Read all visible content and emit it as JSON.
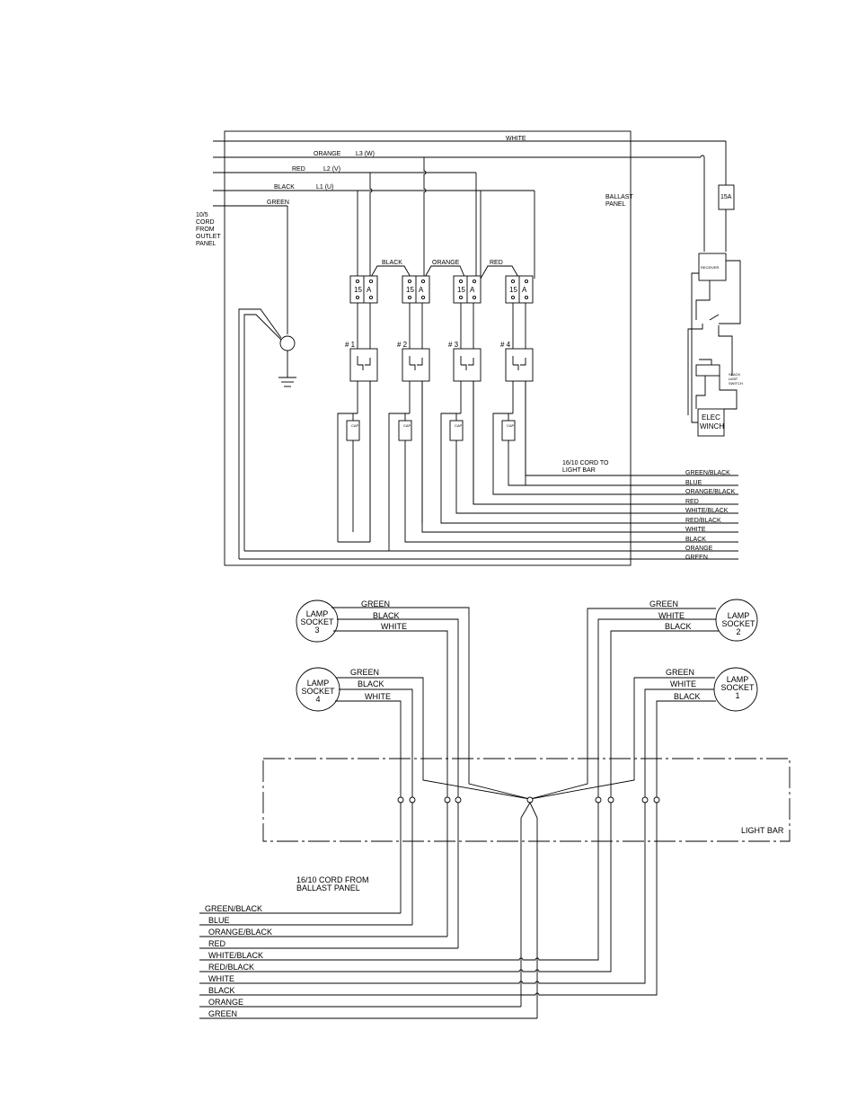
{
  "ballast": {
    "panel_label": [
      "BALLAST",
      "PANEL"
    ],
    "input_cord_label": [
      "10/5",
      "CORD",
      "FROM",
      "OUTLET",
      "PANEL"
    ],
    "phases": [
      {
        "color": "WHITE"
      },
      {
        "color": "ORANGE",
        "line": "L3 (W)"
      },
      {
        "color": "RED",
        "line": "L2 (V)"
      },
      {
        "color": "BLACK",
        "line": "L1 (U)"
      },
      {
        "color": "GREEN"
      }
    ],
    "jumpers": [
      "BLACK",
      "ORANGE",
      "RED"
    ],
    "breakers": [
      {
        "num": "15",
        "unit": "A"
      },
      {
        "num": "15",
        "unit": "A"
      },
      {
        "num": "15",
        "unit": "A"
      },
      {
        "num": "15",
        "unit": "A"
      }
    ],
    "ballast_ids": [
      "# 1",
      "# 2",
      "# 3",
      "# 4"
    ],
    "cap_label": "CAP",
    "fuse_label": "15A",
    "receiver_label": "RECEIVER",
    "winch_label": [
      "ELEC",
      "WINCH"
    ],
    "slack_switch_label": [
      "SLACK",
      "LIMIT",
      "SWITCH"
    ],
    "output_cord_label": [
      "16/10 CORD TO",
      "LIGHT BAR"
    ],
    "output_wires": [
      "GREEN/BLACK",
      "BLUE",
      "ORANGE/BLACK",
      "RED",
      "WHITE/BLACK",
      "RED/BLACK",
      "WHITE",
      "BLACK",
      "ORANGE",
      "GREEN"
    ]
  },
  "lightbar": {
    "label": "LIGHT BAR",
    "input_cord_label": [
      "16/10 CORD FROM",
      "BALLAST PANEL"
    ],
    "input_wires": [
      "GREEN/BLACK",
      "BLUE",
      "ORANGE/BLACK",
      "RED",
      "WHITE/BLACK",
      "RED/BLACK",
      "WHITE",
      "BLACK",
      "ORANGE",
      "GREEN"
    ],
    "sockets": [
      {
        "id": "3",
        "label": [
          "LAMP",
          "SOCKET",
          "3"
        ],
        "wires": [
          "GREEN",
          "BLACK",
          "WHITE"
        ]
      },
      {
        "id": "2",
        "label": [
          "LAMP",
          "SOCKET",
          "2"
        ],
        "wires": [
          "GREEN",
          "WHITE",
          "BLACK"
        ]
      },
      {
        "id": "4",
        "label": [
          "LAMP",
          "SOCKET",
          "4"
        ],
        "wires": [
          "GREEN",
          "BLACK",
          "WHITE"
        ]
      },
      {
        "id": "1",
        "label": [
          "LAMP",
          "SOCKET",
          "1"
        ],
        "wires": [
          "GREEN",
          "WHITE",
          "BLACK"
        ]
      }
    ]
  }
}
